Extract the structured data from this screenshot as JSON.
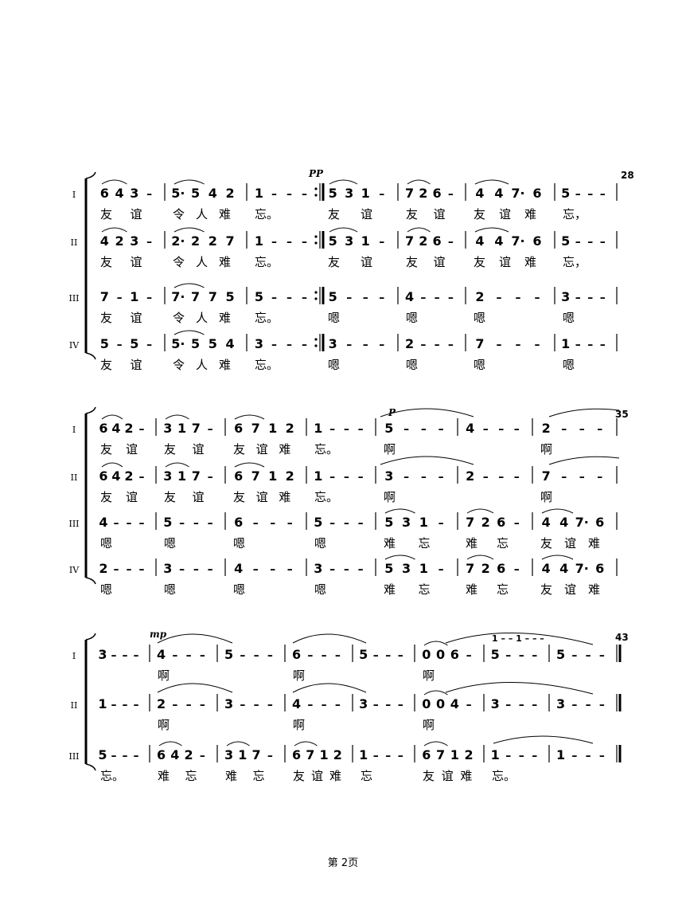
{
  "page": {
    "footer": "第 2页"
  },
  "colors": {
    "ink": "#000000",
    "paper": "#ffffff"
  },
  "systems": [
    {
      "measure_number": "28",
      "dynamics": [
        "PP"
      ],
      "parts": [
        {
          "label": "I",
          "measures": [
            "6 4 3 –",
            "5· 5 4 2",
            "1 – – –",
            "5 3 1 –",
            "7 2 6 –",
            "4 4 7· 6",
            "5 – – –"
          ],
          "lyrics": [
            "友 谊",
            "令 人 难",
            "忘。",
            "友 谊",
            "友 谊",
            "友 谊 难",
            "忘，"
          ]
        },
        {
          "label": "II",
          "measures": [
            "4 2 3 –",
            "2· 2 2 7",
            "1 – – –",
            "5 3 1 –",
            "7 2 6 –",
            "4 4 7· 6",
            "5 – – –"
          ],
          "lyrics": [
            "友 谊",
            "令 人 难",
            "忘。",
            "友 谊",
            "友 谊",
            "友 谊 难",
            "忘，"
          ]
        },
        {
          "label": "III",
          "measures": [
            "7 – 1 –",
            "7· 7 7 5",
            "5 – – –",
            "5 – – –",
            "4 – – –",
            "2 – – –",
            "3 – – –"
          ],
          "lyrics": [
            "友 谊",
            "令 人 难",
            "忘。",
            "嗯",
            "嗯",
            "嗯",
            "嗯"
          ]
        },
        {
          "label": "IV",
          "measures": [
            "5 – 5 –",
            "5· 5 5 4",
            "3 – – –",
            "3 – – –",
            "2 – – –",
            "7 – – –",
            "1 – – –"
          ],
          "lyrics": [
            "友 谊",
            "令 人 难",
            "忘。",
            "嗯",
            "嗯",
            "嗯",
            "嗯"
          ]
        }
      ]
    },
    {
      "measure_number": "35",
      "dynamics": [
        "P"
      ],
      "parts": [
        {
          "label": "I",
          "measures": [
            "6 4 2 –",
            "3 1 7 –",
            "6 7 1 2",
            "1 – – –",
            "5 – – –",
            "4 – – –",
            "2 – – –"
          ],
          "lyrics": [
            "友 谊",
            "友 谊",
            "友 谊 难",
            "忘。",
            "啊",
            "",
            "啊"
          ]
        },
        {
          "label": "II",
          "measures": [
            "6 4 2 –",
            "3 1 7 –",
            "6 7 1 2",
            "1 – – –",
            "3 – – –",
            "2 – – –",
            "7 – – –"
          ],
          "lyrics": [
            "友 谊",
            "友 谊",
            "友 谊 难",
            "忘。",
            "啊",
            "",
            "啊"
          ]
        },
        {
          "label": "III",
          "measures": [
            "4 – – –",
            "5 – – –",
            "6 – – –",
            "5 – – –",
            "5 3 1 –",
            "7 2 6 –",
            "4 4 7· 6"
          ],
          "lyrics": [
            "嗯",
            "嗯",
            "嗯",
            "嗯",
            "难 忘",
            "难 忘",
            "友 谊 难"
          ]
        },
        {
          "label": "IV",
          "measures": [
            "2 – – –",
            "3 – – –",
            "4 – – –",
            "3 – – –",
            "5 3 1 –",
            "7 2 6 –",
            "4 4 7· 6"
          ],
          "lyrics": [
            "嗯",
            "嗯",
            "嗯",
            "嗯",
            "难 忘",
            "难 忘",
            "友 谊 难"
          ]
        }
      ]
    },
    {
      "measure_number": "43",
      "dynamics": [
        "mp"
      ],
      "parts": [
        {
          "label": "I",
          "measures": [
            "3 – – –",
            "4 – – –",
            "5 – – –",
            "6 – – –",
            "5 – – –",
            "0 0 6 –",
            "5 – – –",
            "5 – – –"
          ],
          "lyrics": [
            "",
            "啊",
            "",
            "啊",
            "",
            "啊",
            "",
            ""
          ],
          "upper_line": "1 – –   1 – – –"
        },
        {
          "label": "II",
          "measures": [
            "1 – – –",
            "2 – – –",
            "3 – – –",
            "4 – – –",
            "3 – – –",
            "0 0 4 –",
            "3 – – –",
            "3 – – –"
          ],
          "lyrics": [
            "",
            "啊",
            "",
            "啊",
            "",
            "啊",
            "",
            ""
          ]
        },
        {
          "label": "III",
          "measures": [
            "5 – – –",
            "6 4 2 –",
            "3 1 7 –",
            "6 7 1 2",
            "1 – – –",
            "6 7 1 2",
            "1 – – –",
            "1 – – –"
          ],
          "lyrics": [
            "忘。",
            "难 忘",
            "难 忘",
            "友 谊 难",
            "忘",
            "友 谊 难",
            "忘。",
            ""
          ]
        }
      ]
    }
  ]
}
